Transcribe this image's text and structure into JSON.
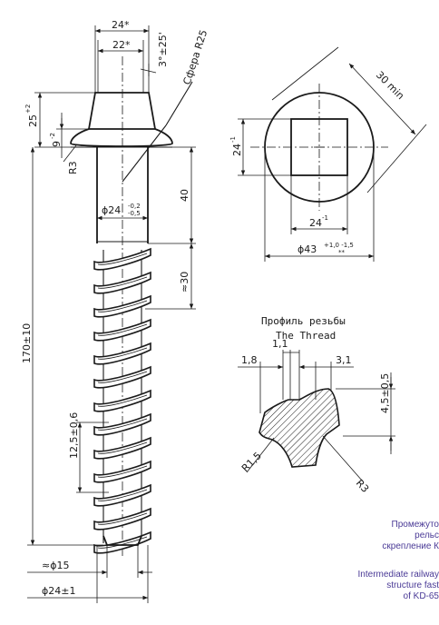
{
  "drawing": {
    "head": {
      "top_width": "24*",
      "inner_width": "22*",
      "taper": "3°±25'",
      "sphere": "Сфера R25",
      "head_height": "25",
      "head_height_tol": "+2",
      "collar_height": "9",
      "collar_height_tol": "-2",
      "fillet": "R3"
    },
    "shank": {
      "total_length": "170±10",
      "smooth_length": "40",
      "diameter": "ϕ24",
      "diameter_tol_upper": "-0,2",
      "diameter_tol_lower": "-0,5",
      "runout": "≈30",
      "pitch": "12,5±0,6",
      "core_diameter": "≈ϕ15",
      "thread_diameter": "ϕ24±1"
    },
    "top_view": {
      "across_corners": "30 min",
      "square_v": "24",
      "square_v_tol": "-1",
      "square_h": "24",
      "square_h_tol": "-1",
      "outer_diameter": "ϕ43",
      "outer_tol": "+1,0 -1,5",
      "outer_mark": "**"
    },
    "thread_profile": {
      "title_ru": "Профиль резьбы",
      "title_en": "The Thread",
      "d1": "1,8",
      "d2": "1,1",
      "d3": "3,1",
      "height": "4,5±0,5",
      "r1": "R1,5",
      "r2": "R3"
    }
  },
  "caption_ru": "Промежуто\nрельс\nскрепление К",
  "caption_en": "Intermediate railway\nstructure fast\nof KD-65"
}
